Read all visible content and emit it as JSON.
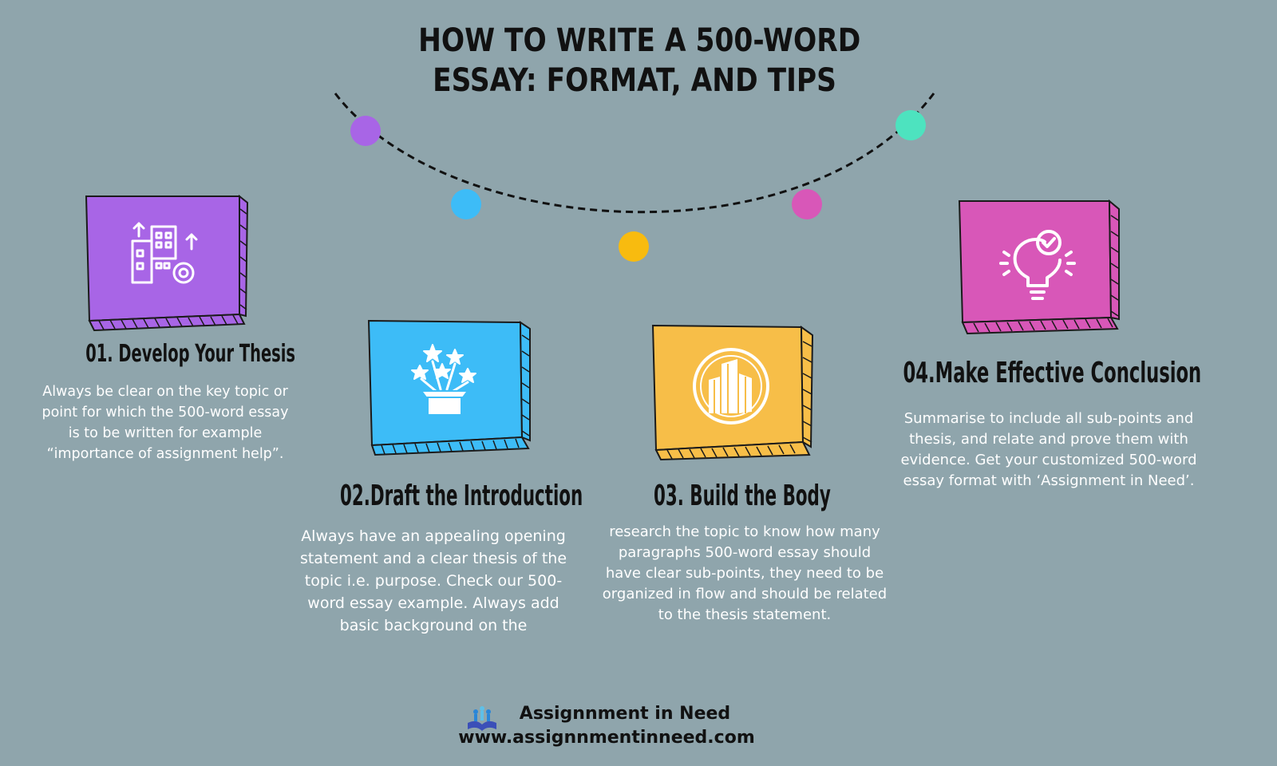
{
  "title": {
    "line1": "HOW TO WRITE A 500-WORD",
    "line2": "ESSAY: FORMAT, AND TIPS"
  },
  "colors": {
    "background": "#8fa5ac",
    "purple": "#a865e6",
    "blue": "#3dbcf7",
    "yellow": "#f7be48",
    "pink": "#d857b8",
    "dot_teal": "#4de3bf",
    "dot_gold": "#f8bb0f"
  },
  "steps": [
    {
      "title": "01. Develop Your Thesis",
      "icon": "buildings-growth-icon",
      "color": "#a865e6",
      "text": "Always be clear on the key topic or point for which the 500-word essay is to be written for example “importance of assignment help”."
    },
    {
      "title": "02.Draft the Introduction",
      "icon": "stars-box-icon",
      "color": "#3dbcf7",
      "text": "Always have an appealing opening statement and a clear thesis of the topic i.e. purpose. Check our 500-word essay example. Always add basic background on the"
    },
    {
      "title": "03. Build the Body",
      "icon": "city-circle-icon",
      "color": "#f7be48",
      "text": "research the topic to know how many paragraphs 500-word essay should have clear sub-points, they need to be organized in flow and should be related to the thesis statement."
    },
    {
      "title": "04.Make Effective Conclusion",
      "icon": "lightbulb-check-icon",
      "color": "#d857b8",
      "text": "Summarise to include all sub-points and thesis, and relate and prove them with evidence. Get your customized 500-word essay format with ‘Assignment in Need’."
    }
  ],
  "footer": {
    "brand": "Assignnment in Need",
    "url": "www.assignnmentinneed.com",
    "logo": "book-people-logo-icon"
  }
}
